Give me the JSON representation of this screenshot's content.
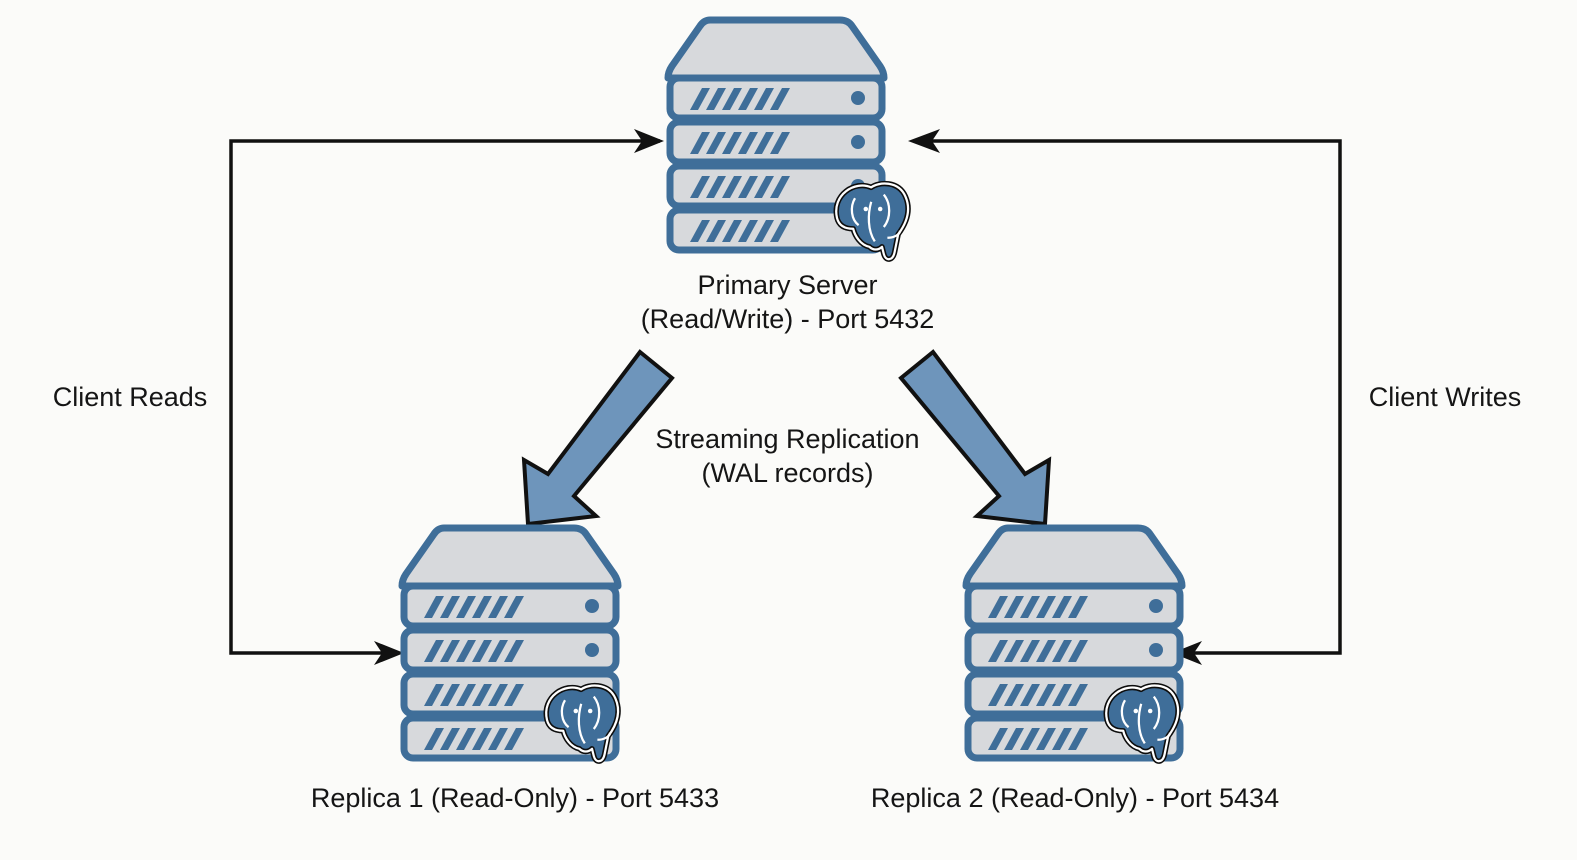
{
  "diagram": {
    "primary": {
      "name": "Primary Server",
      "role": "(Read/Write) - Port 5432",
      "icon": "postgresql-elephant-icon"
    },
    "replica1": {
      "label": "Replica 1 (Read-Only) - Port 5433",
      "icon": "postgresql-elephant-icon"
    },
    "replica2": {
      "label": "Replica 2 (Read-Only) - Port 5434",
      "icon": "postgresql-elephant-icon"
    },
    "replication": {
      "line1": "Streaming Replication",
      "line2": "(WAL records)"
    },
    "client_reads": "Client Reads",
    "client_writes": "Client Writes",
    "colors": {
      "server_stroke": "#3f6e99",
      "server_fill": "#d7d9dc",
      "arrow_fill": "#6e95bb",
      "connector": "#111111",
      "background": "#fbfbf9"
    }
  }
}
